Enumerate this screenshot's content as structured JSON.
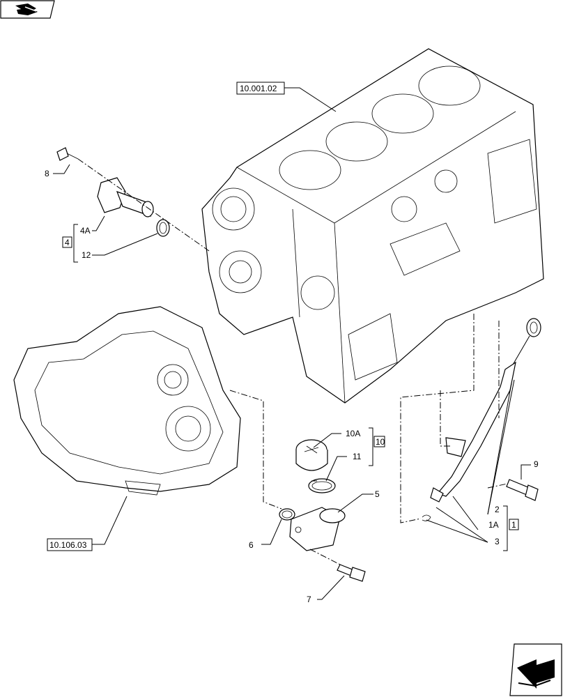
{
  "icons": {
    "top_left": "book-arrow-icon",
    "bottom_right": "next-page-arrow-icon"
  },
  "references": {
    "block": "10.001.02",
    "cover": "10.106.03"
  },
  "callouts": {
    "c8": "8",
    "c4": "4",
    "c4a": "4A",
    "c12": "12",
    "c10a": "10A",
    "c10": "10",
    "c11": "11",
    "c5": "5",
    "c6": "6",
    "c7": "7",
    "c9": "9",
    "c2": "2",
    "c1a": "1A",
    "c1": "1",
    "c3": "3"
  }
}
